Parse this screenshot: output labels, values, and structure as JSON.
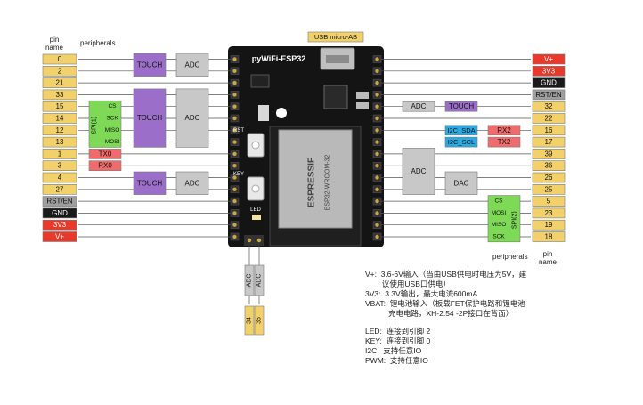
{
  "headers": {
    "pin_name_left": [
      "pin",
      "name"
    ],
    "peripherals_left": "peripherals",
    "usb_label": "USB micro-AB",
    "peripherals_right": "peripherals",
    "pin_name_right": [
      "pin",
      "name"
    ]
  },
  "board": {
    "name": "pyWiFi-ESP32",
    "rst_label": "RST",
    "key_label": "KEY",
    "led_label": "LED",
    "module_brand": "ESPRESSIF",
    "module_model": "ESP32-WROOM-32",
    "bottom_pins": [
      "34",
      "35"
    ]
  },
  "left_pins": [
    "0",
    "2",
    "21",
    "33",
    "15",
    "14",
    "12",
    "13",
    "1",
    "3",
    "4",
    "27",
    "RST/EN",
    "GND",
    "3V3",
    "V+"
  ],
  "right_pins": [
    "V+",
    "3V3",
    "GND",
    "RST/EN",
    "32",
    "22",
    "16",
    "17",
    "39",
    "36",
    "26",
    "25",
    "5",
    "23",
    "19",
    "18"
  ],
  "left_blocks": {
    "touch": "TOUCH",
    "adc": "ADC",
    "spi1": "SPI(1)",
    "spi1_signals": [
      "CS",
      "SCK",
      "MISO",
      "MOSI"
    ],
    "tx": "TX0",
    "rx": "RX0"
  },
  "right_blocks": {
    "adc": "ADC",
    "touch": "TOUCH",
    "i2c_sda": "I2C_SDA",
    "i2c_scl": "I2C_SCL",
    "rx": "RX2",
    "tx": "TX2",
    "adc_big": "ADC",
    "dac": "DAC",
    "spi2": "SPI(2)",
    "spi2_signals": [
      "CS",
      "MOSI",
      "MISO",
      "SCK"
    ]
  },
  "bottom_blocks": {
    "adc": "ADC"
  },
  "notes": [
    "V+:  3.6-6V输入（当由USB供电时电压为5V，建",
    "        议使用USB口供电）",
    "3V3:  3.3V输出，最大电流600mA",
    "VBAT:  锂电池输入（板载FET保护电路和锂电池",
    "           充电电路，XH-2.54 -2P接口在背面）",
    "",
    "LED:  连接到引脚 2",
    "KEY:  连接到引脚 0",
    "I2C:  支持任意IO",
    "PWM:  支持任意IO"
  ],
  "colors": {
    "pin_yellow": "#f2d16b",
    "power_red": "#e8392a",
    "gnd_black": "#1a1a1a",
    "rst_gray": "#9e9e9e",
    "touch_purple": "#9b6fc9",
    "adc_gray": "#c8c8c8",
    "spi_green": "#7ed957",
    "uart_red": "#f06b6b",
    "i2c_blue": "#29a9e0",
    "board_black": "#141414"
  }
}
